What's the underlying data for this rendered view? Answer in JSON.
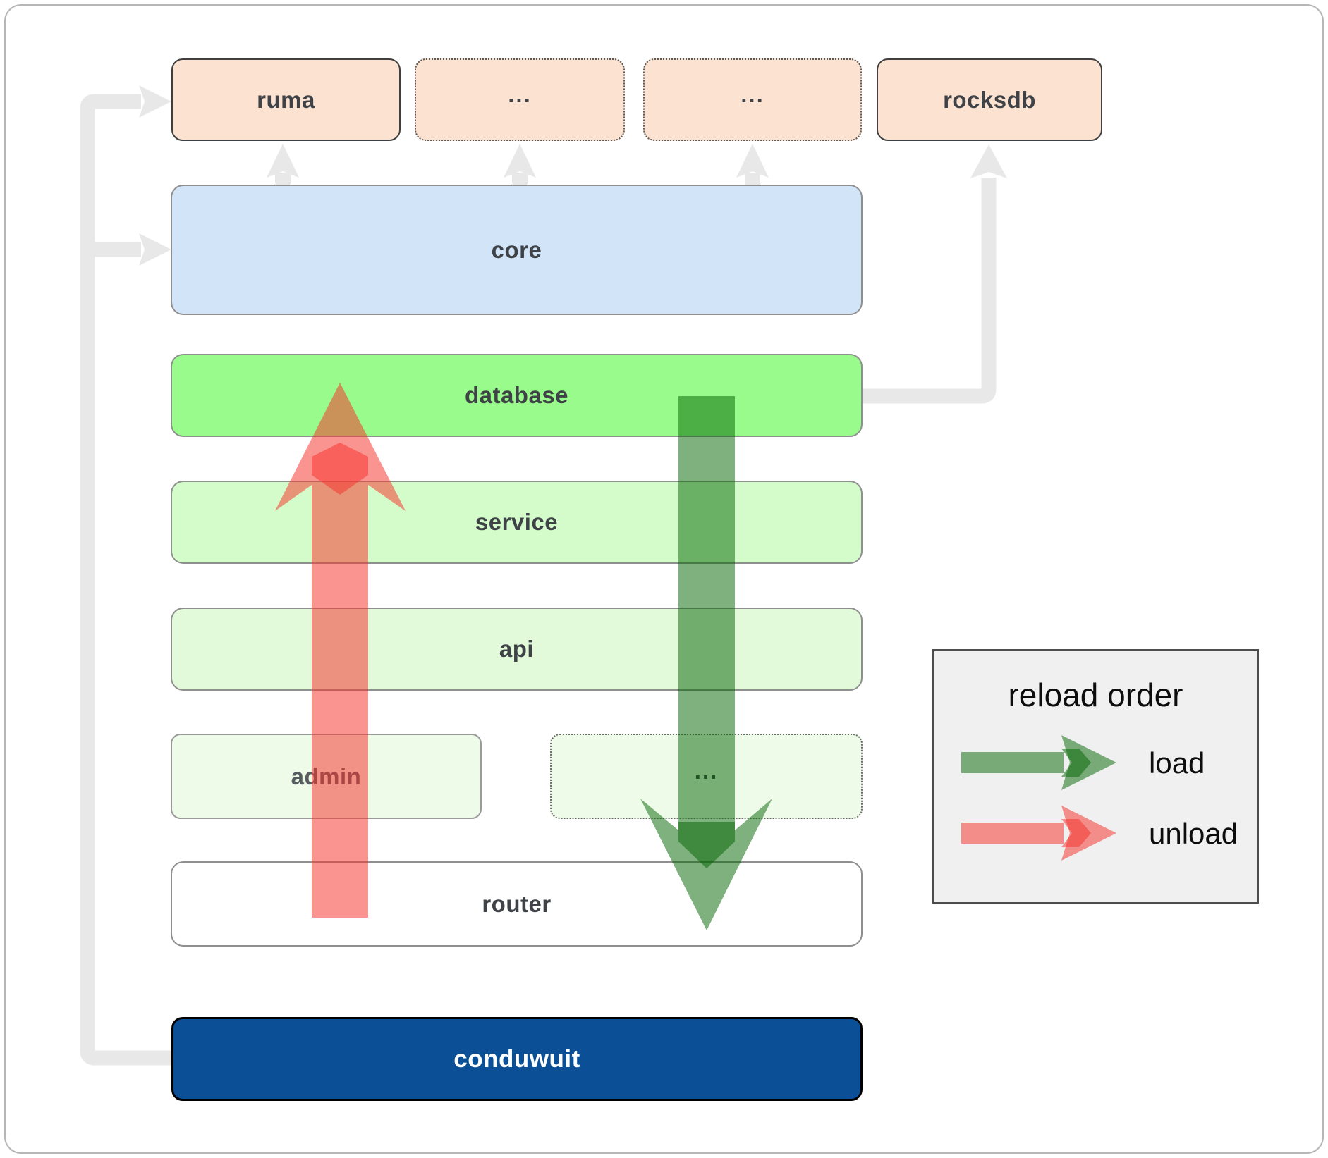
{
  "diagram": {
    "top_row": [
      {
        "id": "ruma",
        "label": "ruma",
        "border": "solid"
      },
      {
        "id": "dots-1",
        "label": "...",
        "border": "dotted"
      },
      {
        "id": "dots-2",
        "label": "...",
        "border": "dotted"
      },
      {
        "id": "rocksdb",
        "label": "rocksdb",
        "border": "solid"
      }
    ],
    "layers": [
      {
        "id": "core",
        "label": "core"
      },
      {
        "id": "database",
        "label": "database"
      },
      {
        "id": "service",
        "label": "service"
      },
      {
        "id": "api",
        "label": "api"
      },
      {
        "id": "admin",
        "label": "admin"
      },
      {
        "id": "dots-3",
        "label": "..."
      },
      {
        "id": "router",
        "label": "router"
      },
      {
        "id": "conduwuit",
        "label": "conduwuit"
      }
    ],
    "legend": {
      "title": "reload order",
      "items": [
        {
          "label": "load",
          "arrow_color": "#006400"
        },
        {
          "label": "unload",
          "arrow_color": "#f6352e"
        }
      ]
    },
    "colors": {
      "module_fill": "#fce3d1",
      "module_border": "#3f3f3f",
      "core_fill": "#d2e5f8",
      "database_fill": "#99fb8b",
      "service_fill": "#d4fccb",
      "api_fill": "#e2f9da",
      "admin_fill": "#eefbe9",
      "router_fill": "#ffffff",
      "layer_border": "#8f8f8f",
      "conduwuit_fill": "#0b4f96",
      "load_arrow": "#006400",
      "unload_arrow": "#f6352e",
      "connector": "#e8e8e8",
      "legend_fill": "#f0f0f0",
      "label_text": "#3f4347"
    }
  }
}
